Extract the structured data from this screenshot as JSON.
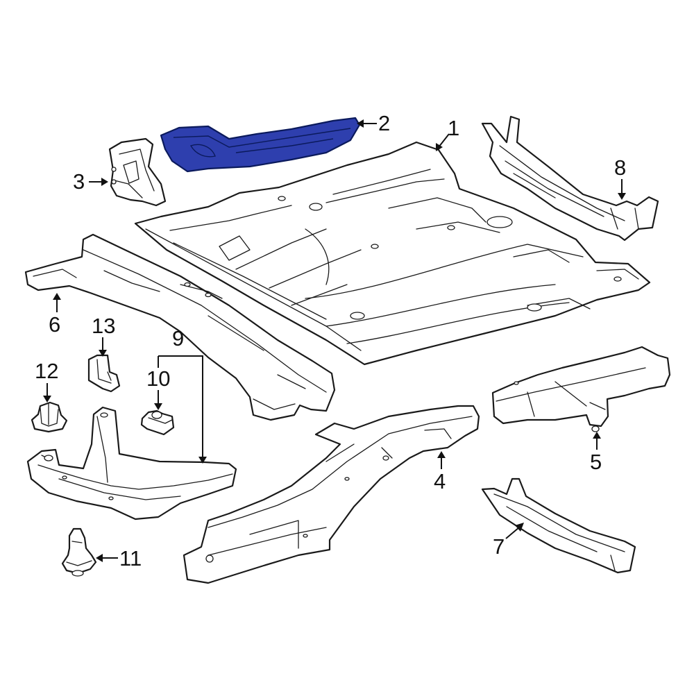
{
  "colors": {
    "highlight_fill": "#2e3fae",
    "line": "#1a1a1a",
    "background": "#ffffff"
  },
  "callouts": {
    "c1": "1",
    "c2": "2",
    "c3": "3",
    "c4": "4",
    "c5": "5",
    "c6": "6",
    "c7": "7",
    "c8": "8",
    "c9": "9",
    "c10": "10",
    "c11": "11",
    "c12": "12",
    "c13": "13"
  }
}
